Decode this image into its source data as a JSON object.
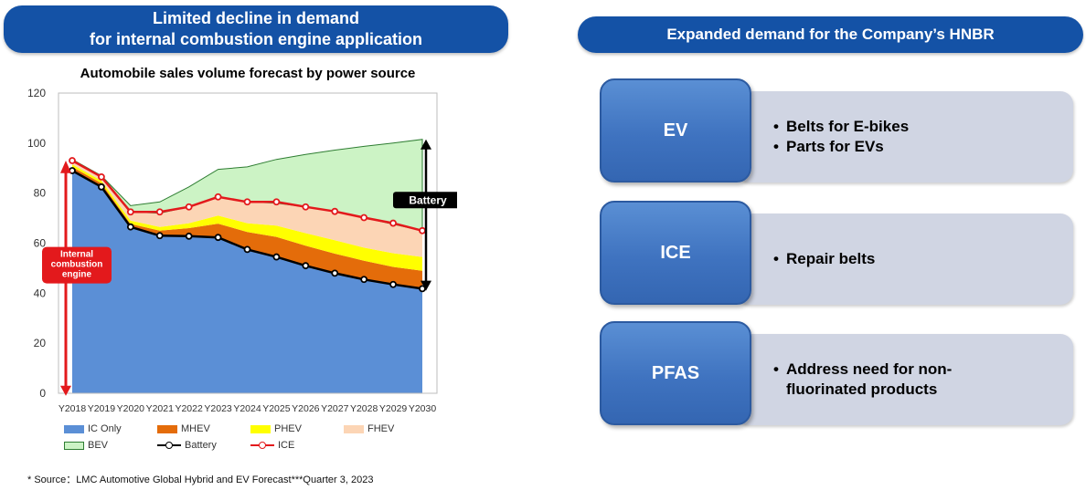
{
  "banners": {
    "left_line1": "Limited decline in demand",
    "left_line2": "for internal combustion engine application",
    "right": "Expanded demand for the Company’s HNBR"
  },
  "chart_data": {
    "type": "area",
    "title": "Automobile sales volume forecast by power source",
    "x": [
      "Y2018",
      "Y2019",
      "Y2020",
      "Y2021",
      "Y2022",
      "Y2023",
      "Y2024",
      "Y2025",
      "Y2026",
      "Y2027",
      "Y2028",
      "Y2029",
      "Y2030"
    ],
    "ylim": [
      0,
      120
    ],
    "yticks": [
      0,
      20,
      40,
      60,
      80,
      100,
      120
    ],
    "grid": false,
    "series": [
      {
        "name": "IC Only",
        "kind": "stacked-area",
        "color": "#5b8fd6",
        "values": [
          89,
          82.5,
          66.5,
          63,
          62.8,
          62.3,
          57.5,
          54.5,
          51,
          48,
          45.5,
          43.5,
          41.8
        ]
      },
      {
        "name": "MHEV",
        "kind": "stacked-area",
        "color": "#e46c0a",
        "values": [
          1.5,
          1.5,
          1.2,
          2,
          3.2,
          5.5,
          7,
          8,
          8,
          7.8,
          7.5,
          7,
          7.2
        ]
      },
      {
        "name": "PHEV",
        "kind": "stacked-area",
        "color": "#ffff00",
        "values": [
          1,
          1,
          1.3,
          1.5,
          2,
          3.2,
          3.5,
          4.5,
          5,
          5.4,
          5.2,
          5.5,
          5.5
        ]
      },
      {
        "name": "FHEV",
        "kind": "stacked-area",
        "color": "#fcd5b5",
        "values": [
          1.5,
          1.5,
          3.5,
          5.5,
          6.5,
          7.5,
          8.5,
          9,
          10.5,
          11.5,
          12,
          11.6,
          10.5
        ]
      },
      {
        "name": "BEV",
        "kind": "stacked-area",
        "color": "#ccf3c5",
        "values": [
          0.5,
          0.5,
          2.5,
          4.5,
          8,
          11,
          14,
          17.5,
          21,
          24.5,
          28.5,
          32.4,
          36.5
        ]
      },
      {
        "name": "Battery",
        "kind": "line",
        "color": "#000000",
        "values": [
          89,
          82.5,
          66.5,
          63,
          62.8,
          62.3,
          57.5,
          54.5,
          51,
          48,
          45.5,
          43.5,
          41.8
        ]
      },
      {
        "name": "ICE",
        "kind": "line",
        "color": "#e3191c",
        "values": [
          93,
          86.5,
          72.5,
          72.5,
          74.5,
          78.5,
          76.5,
          76.5,
          74.5,
          72.7,
          70.2,
          68,
          65
        ]
      }
    ],
    "annotations": {
      "internal_line1": "Internal",
      "internal_line2": "combustion",
      "internal_line3": "engine",
      "battery": "Battery"
    }
  },
  "source": "* Source：LMC Automotive  Global Hybrid and EV Forecast***Quarter 3, 2023",
  "cards": [
    {
      "label": "EV",
      "bullets": [
        "Belts for E-bikes",
        "Parts for EVs"
      ]
    },
    {
      "label": "ICE",
      "bullets": [
        "Repair belts"
      ]
    },
    {
      "label": "PFAS",
      "bullets": [
        "Address need for non-",
        "fluorinated products"
      ]
    }
  ]
}
